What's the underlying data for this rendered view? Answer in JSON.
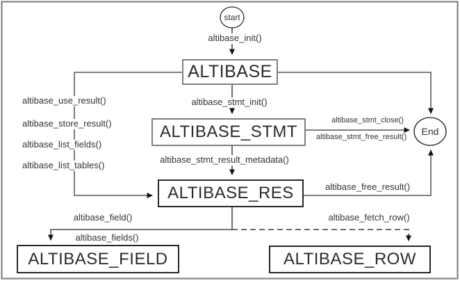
{
  "diagram": {
    "nodes": {
      "start": {
        "label": "start"
      },
      "altibase": {
        "label": "ALTIBASE"
      },
      "stmt": {
        "label": "ALTIBASE_STMT"
      },
      "res": {
        "label": "ALTIBASE_RES"
      },
      "field": {
        "label": "ALTIBASE_FIELD"
      },
      "row": {
        "label": "ALTIBASE_ROW"
      },
      "end": {
        "label": "End"
      }
    },
    "edges": {
      "init": "altibase_init()",
      "stmt_init": "altibase_stmt_init()",
      "stmt_result_metadata": "altibase_stmt_result_metadata()",
      "use_result": "altibase_use_result()",
      "store_result": "altibase_store_result()",
      "list_fields": "altibase_list_fields()",
      "list_tables": "altibase_list_tables()",
      "stmt_close": "altibase_stmt_close()",
      "stmt_free_result": "altibase_stmt_free_result()",
      "free_result": "altibase_free_result()",
      "field": "altibase_field()",
      "fields": "altibase_fields()",
      "fetch_row": "altibase_fetch_row()"
    },
    "colors": {
      "frame_border": "#7a7a7a",
      "box_border_gray": "#7f7f7f",
      "box_border_dark": "#262626",
      "connector": "#6e6e6e",
      "arrowhead": "#141414",
      "text": "#333333",
      "background": "#ffffff"
    }
  }
}
